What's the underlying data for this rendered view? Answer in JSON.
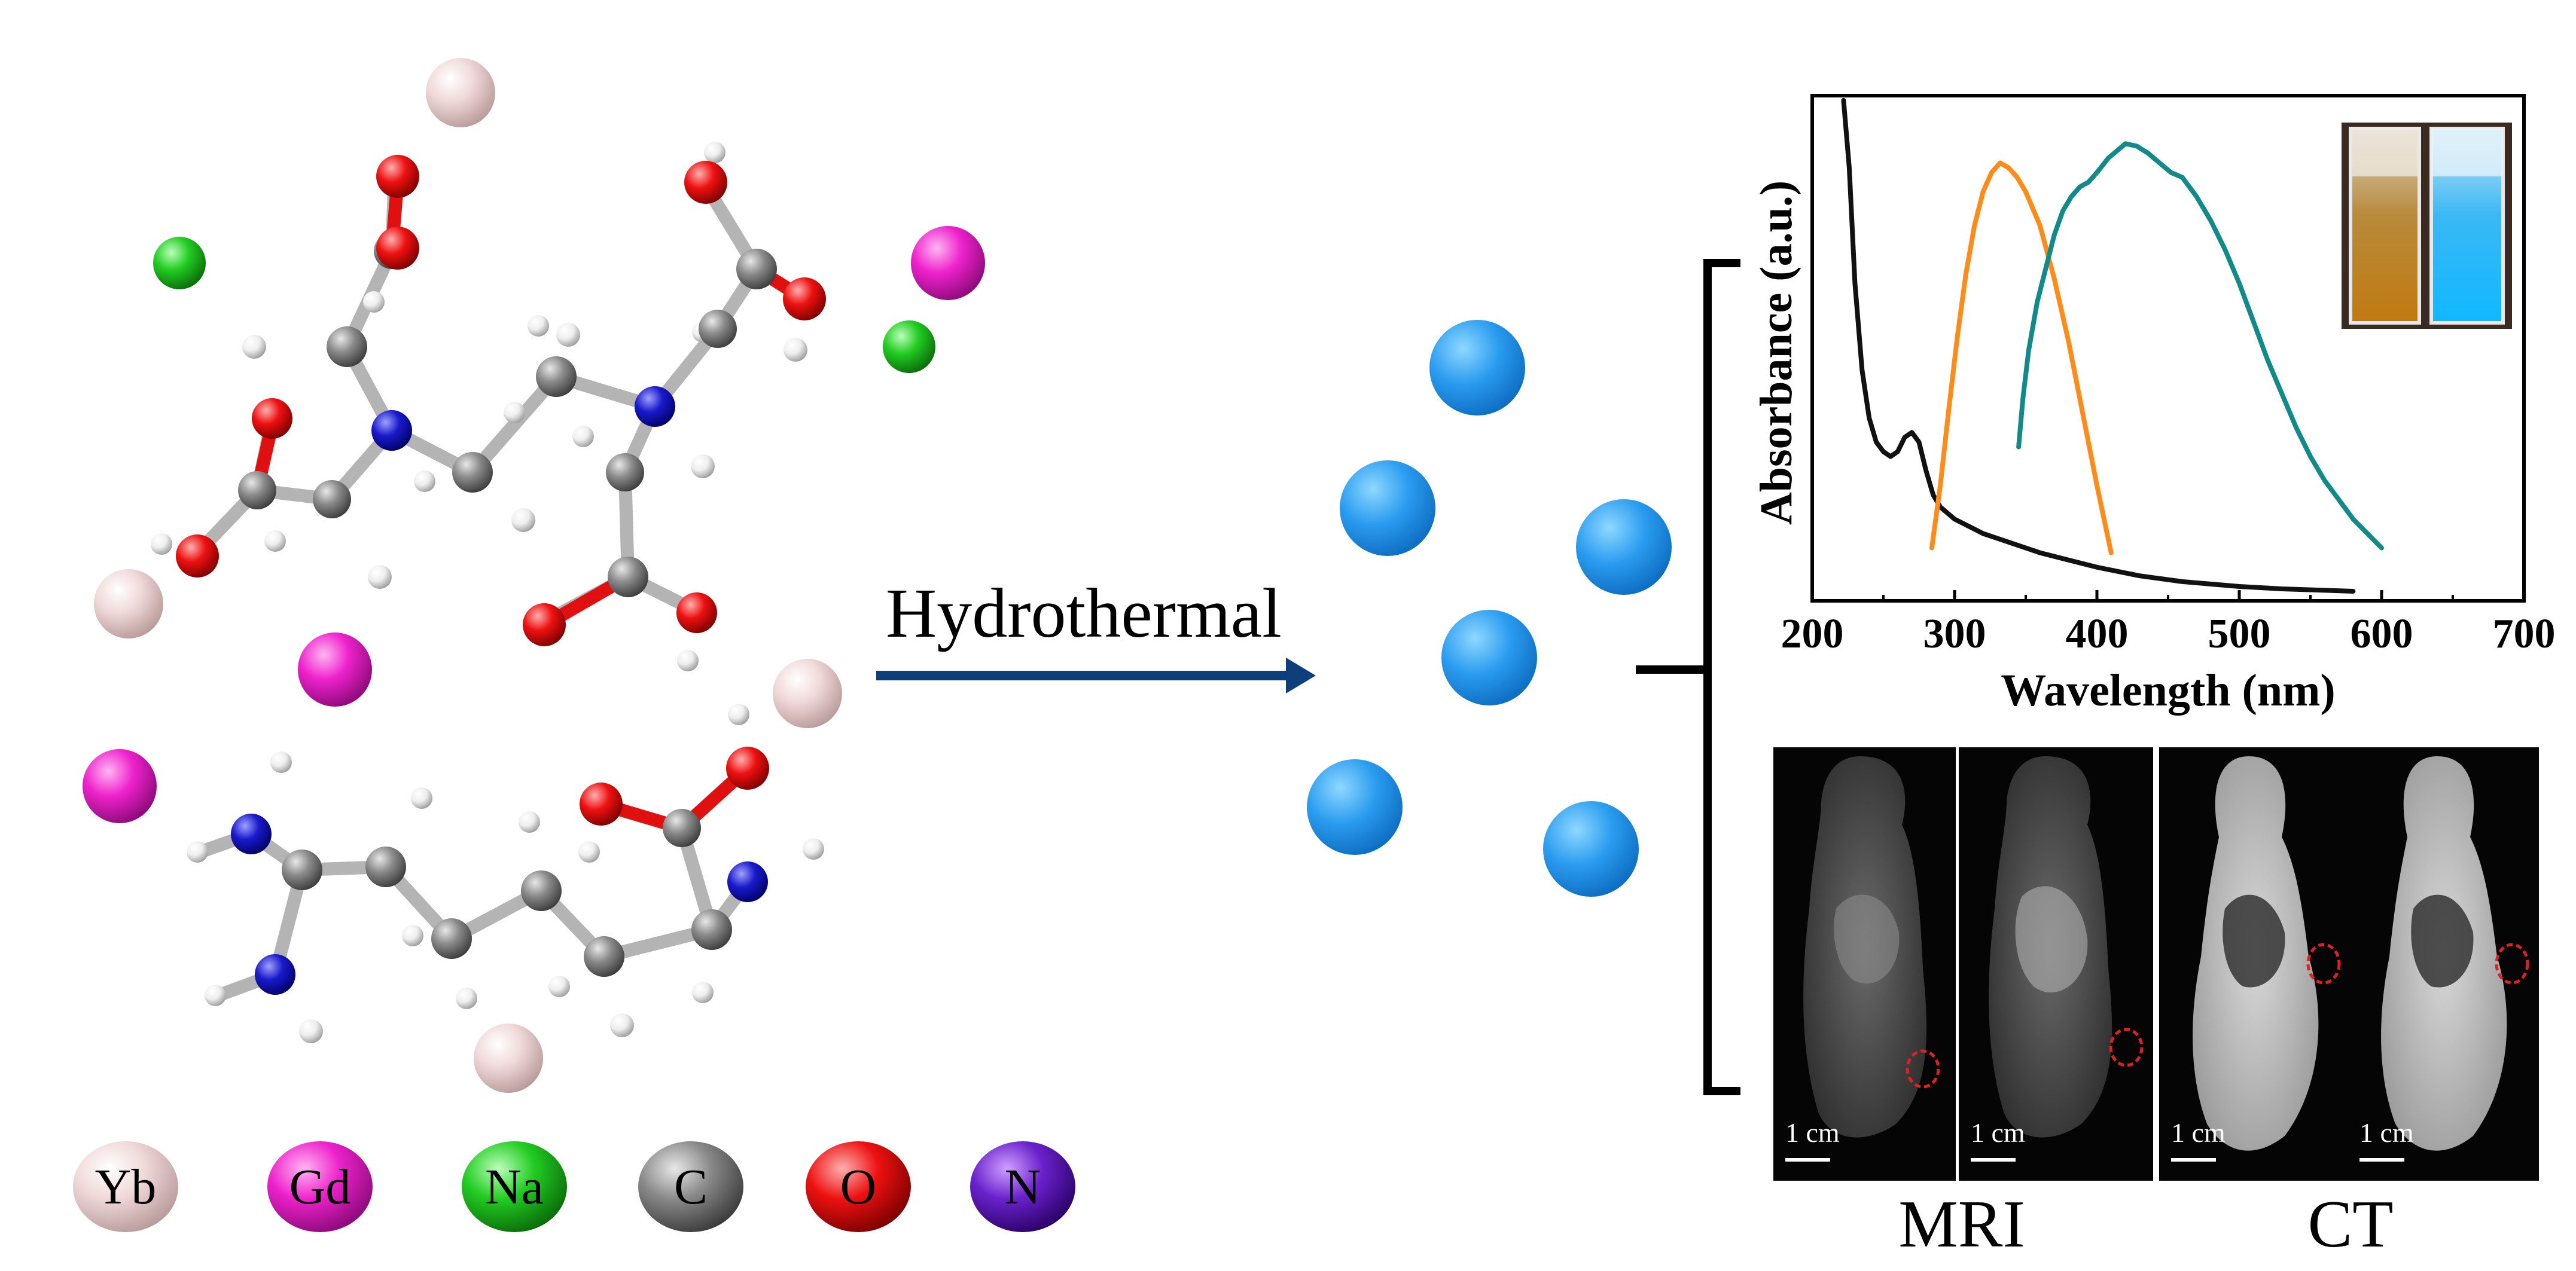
{
  "arrow": {
    "label": "Hydrothermal"
  },
  "legend": {
    "items": [
      {
        "symbol": "Yb",
        "color": "#f3d9d9",
        "text_color": "#000000"
      },
      {
        "symbol": "Gd",
        "color": "#ee22cc",
        "text_color": "#000000"
      },
      {
        "symbol": "Na",
        "color": "#22cc22",
        "text_color": "#000000"
      },
      {
        "symbol": "C",
        "color": "#8a8a8a",
        "text_color": "#000000"
      },
      {
        "symbol": "O",
        "color": "#ee1111",
        "text_color": "#000000"
      },
      {
        "symbol": "N",
        "color": "#6a22cc",
        "text_color": "#000000"
      }
    ]
  },
  "imaging": {
    "mri_label": "MRI",
    "ct_label": "CT",
    "scale_bar_label": "1 cm"
  },
  "chart_data": {
    "type": "line",
    "xlabel": "Wavelength (nm)",
    "ylabel": "Absorbance (a.u.)",
    "xlim": [
      200,
      700
    ],
    "ylim": [
      0,
      1
    ],
    "xticks": [
      200,
      300,
      400,
      500,
      600,
      700
    ],
    "grid": false,
    "series": [
      {
        "color": "#111111",
        "x": [
          222,
          226,
          230,
          235,
          240,
          245,
          250,
          255,
          260,
          265,
          270,
          275,
          280,
          285,
          290,
          300,
          320,
          340,
          360,
          380,
          400,
          430,
          460,
          500,
          530,
          560,
          580
        ],
        "y": [
          1.02,
          0.88,
          0.64,
          0.46,
          0.36,
          0.31,
          0.29,
          0.28,
          0.29,
          0.32,
          0.33,
          0.31,
          0.25,
          0.2,
          0.175,
          0.15,
          0.12,
          0.1,
          0.08,
          0.065,
          0.05,
          0.032,
          0.02,
          0.01,
          0.005,
          0.002,
          0.0
        ]
      },
      {
        "color": "#ff8c1a",
        "x": [
          284,
          290,
          296,
          302,
          308,
          314,
          320,
          326,
          332,
          338,
          344,
          350,
          360,
          370,
          380,
          390,
          400,
          405,
          410
        ],
        "y": [
          0.09,
          0.22,
          0.38,
          0.53,
          0.66,
          0.76,
          0.83,
          0.87,
          0.89,
          0.88,
          0.86,
          0.83,
          0.76,
          0.65,
          0.52,
          0.37,
          0.22,
          0.15,
          0.08
        ]
      },
      {
        "color": "#138a8a",
        "x": [
          345,
          348,
          352,
          358,
          364,
          370,
          376,
          382,
          388,
          394,
          400,
          408,
          416,
          420,
          428,
          436,
          444,
          452,
          460,
          470,
          480,
          490,
          500,
          510,
          520,
          530,
          540,
          550,
          560,
          570,
          580,
          590,
          600
        ],
        "y": [
          0.3,
          0.4,
          0.5,
          0.6,
          0.67,
          0.74,
          0.79,
          0.82,
          0.84,
          0.85,
          0.87,
          0.9,
          0.92,
          0.93,
          0.925,
          0.91,
          0.89,
          0.87,
          0.86,
          0.82,
          0.77,
          0.71,
          0.64,
          0.56,
          0.48,
          0.41,
          0.34,
          0.28,
          0.23,
          0.19,
          0.15,
          0.12,
          0.09
        ]
      }
    ]
  }
}
